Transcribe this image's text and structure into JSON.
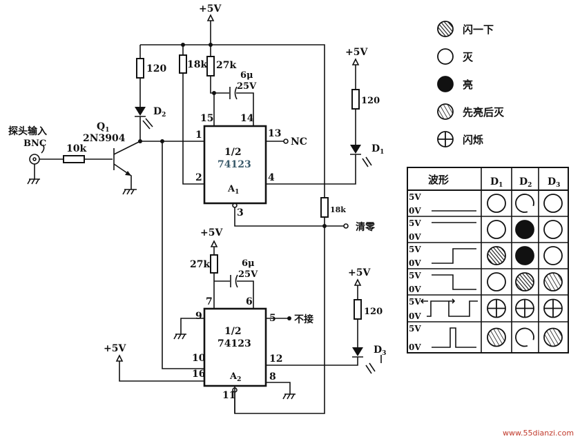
{
  "supply": {
    "plus5v": "+5V"
  },
  "input": {
    "label": "探头输入",
    "connector": "BNC",
    "resistor": "10k"
  },
  "transistor": {
    "name": "Q",
    "sub": "1",
    "part": "2N3904"
  },
  "a1": {
    "r_led": "120",
    "r_18k": "18k",
    "r_27k": "27k",
    "cap_value": "6μ",
    "cap_voltage": "25V",
    "half": "1/2",
    "part": "74123",
    "name": "A",
    "sub": "1",
    "pins": {
      "p1": "1",
      "p2": "2",
      "p3": "3",
      "p4": "4",
      "p13": "13",
      "p14": "14",
      "p15": "15"
    },
    "nc": "NC",
    "r_clear": "18k",
    "clear_label": "清零"
  },
  "a2": {
    "r_27k": "27k",
    "cap_value": "6μ",
    "cap_voltage": "25V",
    "half": "1/2",
    "part": "74123",
    "name": "A",
    "sub": "2",
    "pins": {
      "p5": "5",
      "p6": "6",
      "p7": "7",
      "p8": "8",
      "p9": "9",
      "p10": "10",
      "p11": "11",
      "p12": "12",
      "p16": "16"
    },
    "nc_label": "不接"
  },
  "leds": {
    "d1": {
      "name": "D",
      "sub": "1",
      "resistor": "120"
    },
    "d2": {
      "name": "D",
      "sub": "2"
    },
    "d3": {
      "name": "D",
      "sub": "3",
      "resistor": "120"
    }
  },
  "legend": [
    {
      "type": "hatch",
      "label": "闪一下"
    },
    {
      "type": "empty",
      "label": "灭"
    },
    {
      "type": "dark",
      "label": "亮"
    },
    {
      "type": "hatch2",
      "label": "先亮后灭"
    },
    {
      "type": "cross",
      "label": "闪烁"
    }
  ],
  "table": {
    "headers": {
      "wave": "波形",
      "d1": "D",
      "d1_sub": "1",
      "d2": "D",
      "d2_sub": "2",
      "d3": "D",
      "d3_sub": "3"
    },
    "v_high": "5V",
    "v_low": "0V",
    "rows": [
      {
        "wave": "low",
        "states": [
          "empty",
          "broken",
          "empty"
        ]
      },
      {
        "wave": "high",
        "states": [
          "empty",
          "dark",
          "empty"
        ]
      },
      {
        "wave": "rise",
        "states": [
          "hatch",
          "dark",
          "empty"
        ]
      },
      {
        "wave": "fall",
        "states": [
          "empty",
          "hatch",
          "hatch2"
        ]
      },
      {
        "wave": "square",
        "states": [
          "cross",
          "cross",
          "cross"
        ]
      },
      {
        "wave": "pulse",
        "states": [
          "hatch2",
          "broken",
          "hatch2"
        ]
      }
    ]
  },
  "watermark": "www.55dianzi.com"
}
